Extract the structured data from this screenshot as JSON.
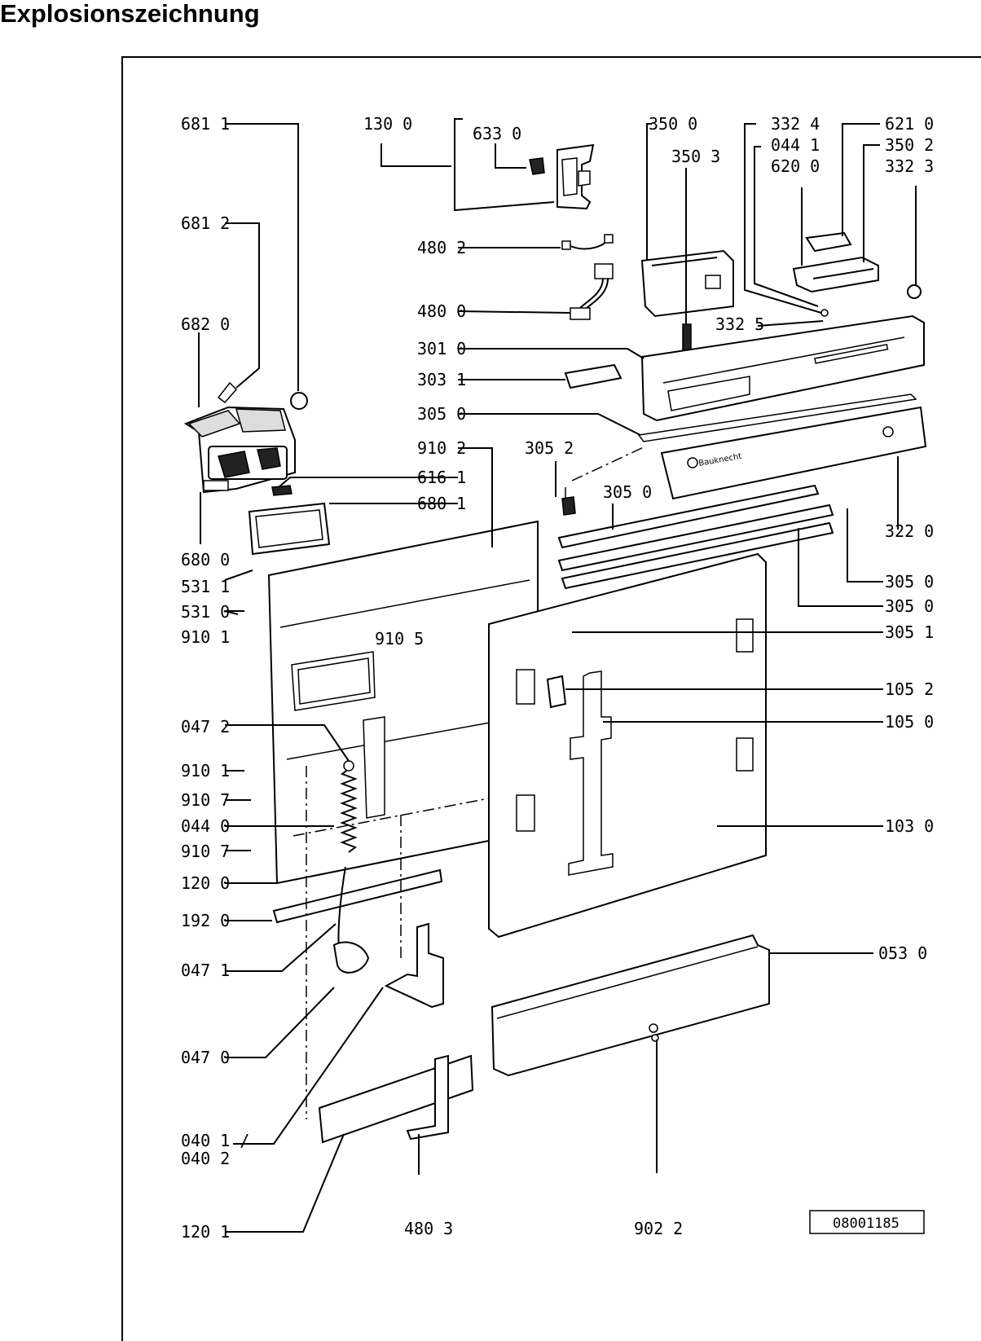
{
  "title": "Explosionszeichnung",
  "drawing_number": "08001185",
  "brand_mark": "Bauknecht",
  "labels": [
    "681 1",
    "681 2",
    "682 0",
    "680 0",
    "531 1",
    "531 0",
    "910 1",
    "910 5",
    "047 2",
    "910 1",
    "910 7",
    "044 0",
    "910 7",
    "120 0",
    "192 0",
    "047 1",
    "047 0",
    "040 1 /",
    "040 2",
    "120 1",
    "130 0",
    "633 0",
    "480 2",
    "480 0",
    "301 0",
    "303 1",
    "305 0",
    "910 2",
    "305 2",
    "616 1",
    "680 1",
    "305 0",
    "480 3",
    "902 2",
    "350 0",
    "350 3",
    "332 4",
    "044 1",
    "620 0",
    "621 0",
    "350 2",
    "332 3",
    "332 5",
    "322 0",
    "305 0",
    "305 0",
    "305 1",
    "105 2",
    "105 0",
    "103 0",
    "053 0"
  ]
}
